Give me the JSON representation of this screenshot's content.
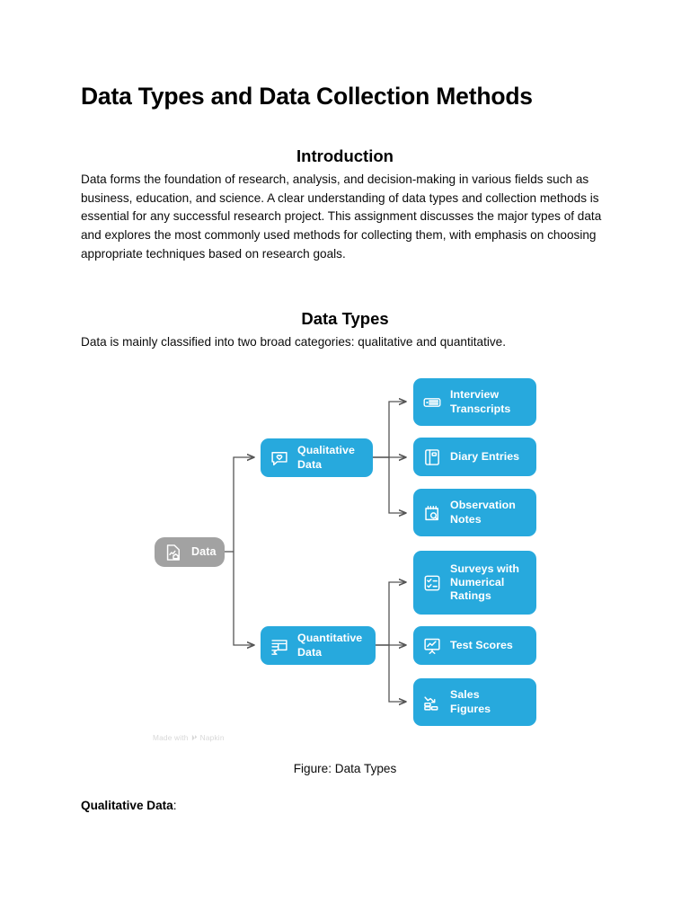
{
  "document": {
    "title": "Data Types and Data Collection Methods",
    "sections": [
      {
        "heading": "Introduction",
        "body": "Data forms the foundation of research, analysis, and decision-making in various fields such as business, education, and science. A clear understanding of data types and collection methods is essential for any successful research project. This assignment discusses the major types of data and explores the most commonly used methods for collecting them, with emphasis on choosing appropriate techniques based on research goals."
      },
      {
        "heading": "Data Types",
        "body": "Data is mainly classified into two broad categories: qualitative and quantitative."
      }
    ],
    "figure_caption": "Figure: Data Types",
    "subsection_label": "Qualitative Data",
    "subsection_label_suffix": ":"
  },
  "diagram": {
    "watermark": "Made with",
    "watermark_brand": "Napkin",
    "colors": {
      "node_blue": "#27a9dd",
      "node_gray": "#a2a2a2",
      "connector": "#555555",
      "node_text": "#ffffff"
    },
    "root": {
      "label": "Data",
      "icon": "document-chart-home-icon"
    },
    "branches": [
      {
        "label": "Qualitative\nData",
        "icon": "speech-bubble-heart-icon",
        "children": [
          {
            "label": "Interview\nTranscripts",
            "icon": "live-badge-icon"
          },
          {
            "label": "Diary Entries",
            "icon": "book-icon"
          },
          {
            "label": "Observation\nNotes",
            "icon": "notepad-search-icon"
          }
        ]
      },
      {
        "label": "Quantitative\nData",
        "icon": "table-sigma-icon",
        "children": [
          {
            "label": "Surveys with\nNumerical\nRatings",
            "icon": "checklist-icon"
          },
          {
            "label": "Test Scores",
            "icon": "presentation-chart-icon"
          },
          {
            "label": "Sales\nFigures",
            "icon": "bar-chart-arrow-icon"
          }
        ]
      }
    ]
  }
}
